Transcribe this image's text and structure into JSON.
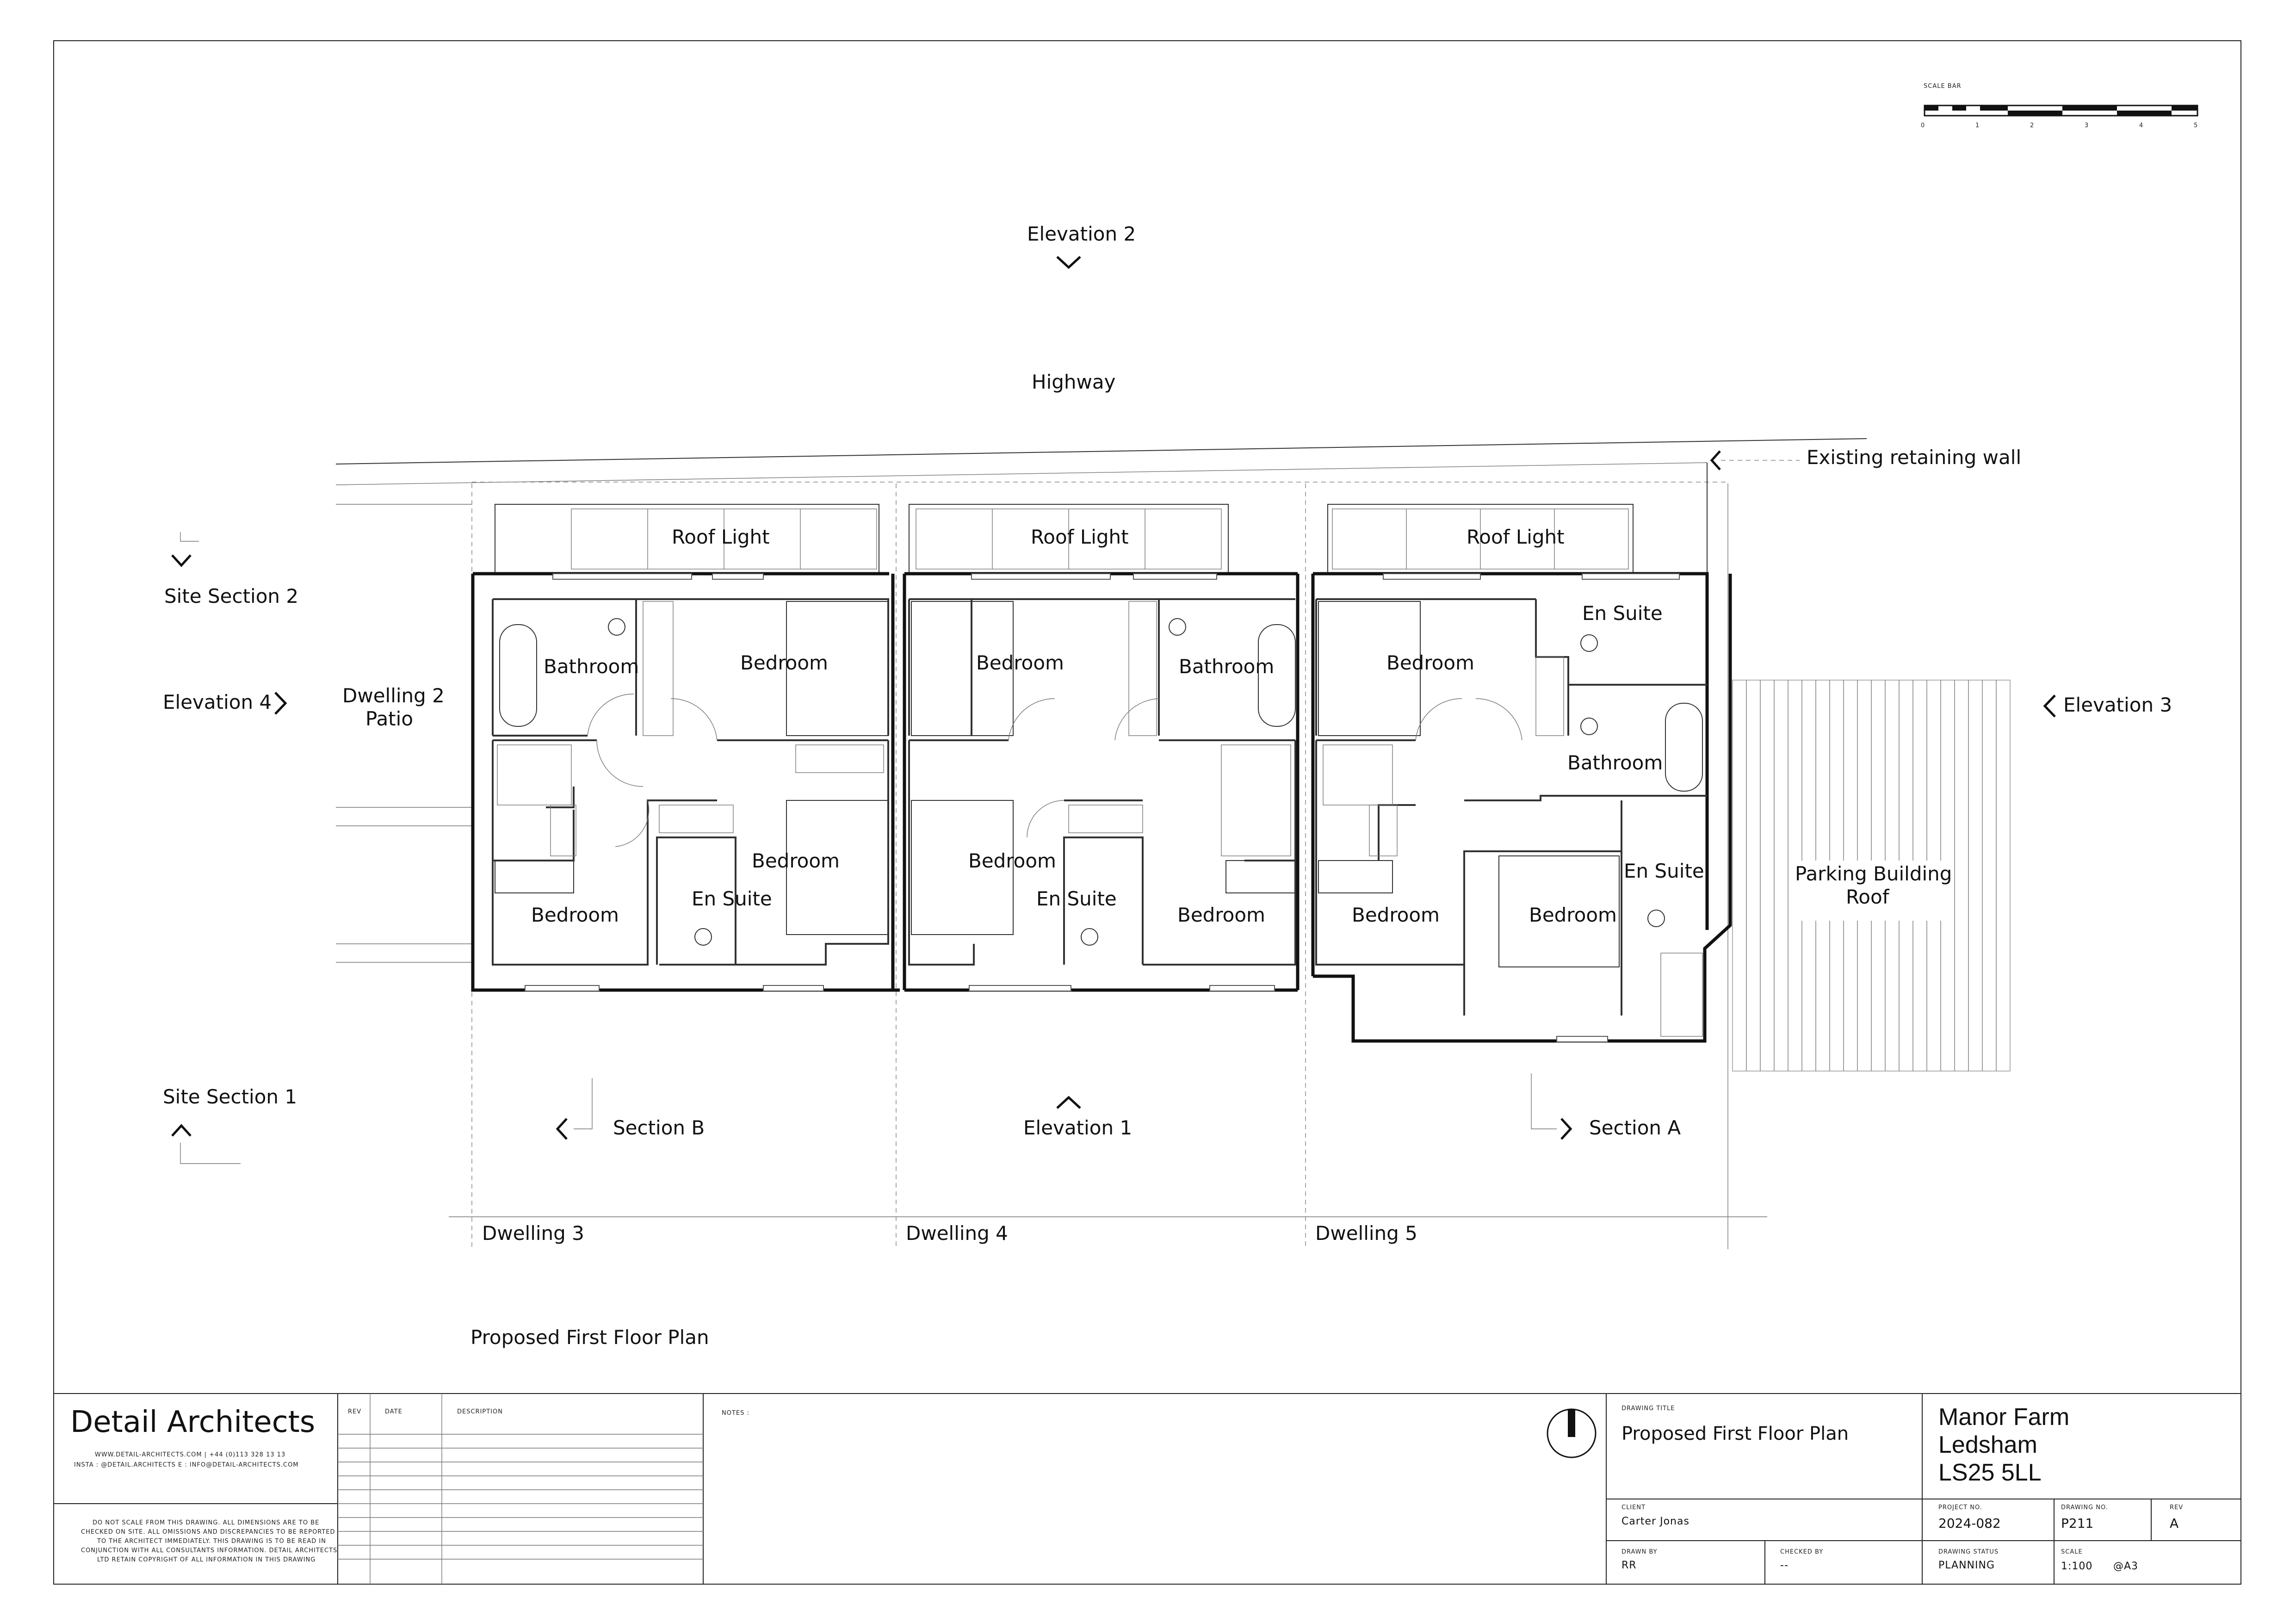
{
  "scale_bar": {
    "title": "SCALE BAR",
    "ticks": [
      "0",
      "1",
      "2",
      "3",
      "4",
      "5"
    ]
  },
  "labels": {
    "elevation_1": "Elevation 1",
    "elevation_2": "Elevation 2",
    "elevation_3": "Elevation 3",
    "elevation_4": "Elevation 4",
    "highway": "Highway",
    "retaining_wall": "Existing retaining wall",
    "site_section_1": "Site Section 1",
    "site_section_2": "Site Section 2",
    "section_a": "Section A",
    "section_b": "Section B",
    "dwelling_2_patio_line1": "Dwelling 2",
    "dwelling_2_patio_line2": "Patio",
    "parking_line1": "Parking Building",
    "parking_line2": "Roof",
    "dwelling_3": "Dwelling 3",
    "dwelling_4": "Dwelling 4",
    "dwelling_5": "Dwelling 5",
    "plan_title": "Proposed First Floor Plan"
  },
  "rooms": {
    "d3_roof_light": "Roof Light",
    "d3_bathroom": "Bathroom",
    "d3_bedroom_a": "Bedroom",
    "d3_bedroom_b": "Bedroom",
    "d3_en_suite": "En Suite",
    "d3_bedroom_c": "Bedroom",
    "d4_roof_light": "Roof Light",
    "d4_bedroom_a": "Bedroom",
    "d4_bathroom": "Bathroom",
    "d4_bedroom_b": "Bedroom",
    "d4_en_suite": "En Suite",
    "d4_bedroom_c": "Bedroom",
    "d5_roof_light": "Roof Light",
    "d5_en_suite_a": "En Suite",
    "d5_bedroom_a": "Bedroom",
    "d5_bathroom": "Bathroom",
    "d5_en_suite_b": "En Suite",
    "d5_bedroom_b": "Bedroom",
    "d5_bedroom_c": "Bedroom"
  },
  "title_block": {
    "company": "Detail Architects",
    "contact_line1": "WWW.DETAIL-ARCHITECTS.COM | +44 (0)113 328 13 13",
    "contact_line2": "INSTA : @DETAIL.ARCHITECTS    E : INFO@DETAIL-ARCHITECTS.COM",
    "disclaimer": [
      "DO NOT SCALE FROM THIS DRAWING. ALL DIMENSIONS ARE TO BE",
      "CHECKED ON SITE. ALL OMISSIONS AND DISCREPANCIES TO BE REPORTED",
      "TO THE ARCHITECT IMMEDIATELY. THIS DRAWING IS TO BE READ IN",
      "CONJUNCTION WITH ALL CONSULTANTS INFORMATION. DETAIL ARCHITECTS",
      "LTD RETAIN COPYRIGHT OF ALL INFORMATION IN THIS DRAWING"
    ],
    "rev_header": "REV",
    "date_header": "DATE",
    "description_header": "DESCRIPTION",
    "notes_label": "NOTES :",
    "drawing_title_label": "DRAWING TITLE",
    "drawing_title": "Proposed First Floor Plan",
    "address_line1": "Manor Farm",
    "address_line2": "Ledsham",
    "address_line3": "LS25 5LL",
    "client_label": "CLIENT",
    "client": "Carter Jonas",
    "project_no_label": "PROJECT NO.",
    "project_no": "2024-082",
    "drawing_no_label": "DRAWING NO.",
    "drawing_no": "P211",
    "rev_label": "REV",
    "rev": "A",
    "drawn_by_label": "DRAWN BY",
    "drawn_by": "RR",
    "checked_by_label": "CHECKED BY",
    "checked_by": "--",
    "drawing_status_label": "DRAWING STATUS",
    "drawing_status": "PLANNING",
    "scale_label": "SCALE",
    "scale": "1:100",
    "paper": "@A3"
  }
}
